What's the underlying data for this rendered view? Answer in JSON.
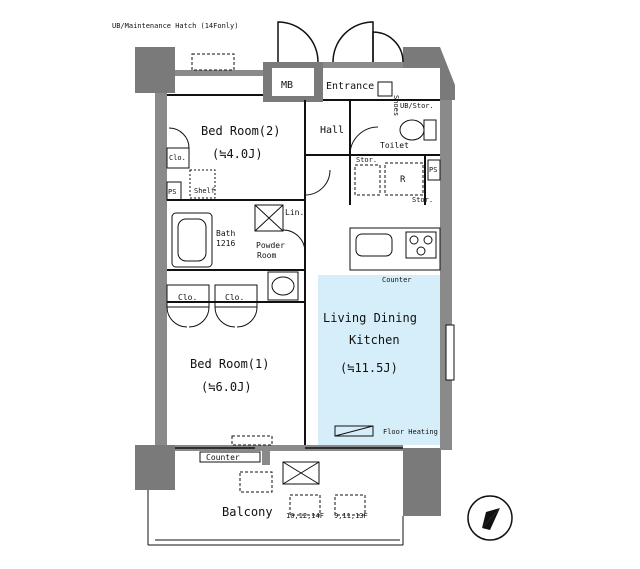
{
  "labels": {
    "maintenance": "UB/Maintenance Hatch (14Fonly)",
    "mb": "MB",
    "entrance": "Entrance",
    "shoes": "Shoes",
    "ub_stor": "UB/Stor.",
    "hall": "Hall",
    "toilet": "Toilet",
    "stor_upper": "Stor.",
    "stor_lower": "Stor.",
    "ps_right": "PS",
    "r": "R",
    "bedroom2_name": "Bed Room(2)",
    "bedroom2_size": "(≒4.0J)",
    "clo_left": "Clo.",
    "ps_left": "PS",
    "shelf": "Shelf",
    "lin": "Lin.",
    "bath": "Bath",
    "bath_size": "1216",
    "powder": "Powder",
    "powder_room": "Room",
    "counter_kitchen": "Counter",
    "clo_1": "Clo.",
    "clo_2": "Clo.",
    "ldk_line1": "Living Dining",
    "ldk_line2": "Kitchen",
    "ldk_size": "(≒11.5J)",
    "bedroom1_name": "Bed Room(1)",
    "bedroom1_size": "(≒6.0J)",
    "floor_heating": "Floor Heating",
    "counter_bottom": "Counter",
    "balcony": "Balcony",
    "unit_a": "10,12,14F",
    "unit_b": "9,11,13F"
  },
  "colors": {
    "ldk_fill": "#d6eefa",
    "wall": "#7a7a7a",
    "line": "#111111"
  }
}
